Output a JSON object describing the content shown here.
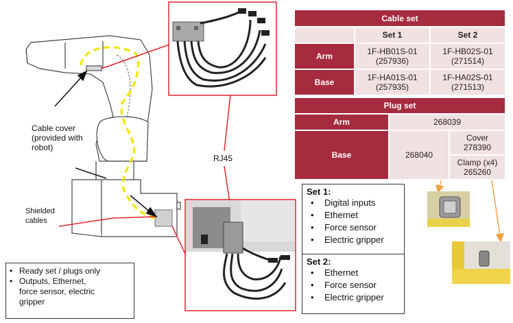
{
  "diagram": {
    "label_cable_cover": "Cable cover\n(provided with\nrobot)",
    "label_shielded": "Shielded\ncables",
    "label_rj45": "RJ45"
  },
  "ready_box": {
    "items": [
      "Ready set / plugs only",
      "Outputs, Ethernet,\nforce sensor, electric\ngripper"
    ]
  },
  "cable_set": {
    "title": "Cable set",
    "col1": "Set 1",
    "col2": "Set 2",
    "rows": [
      {
        "label": "Arm",
        "set1": "1F-HB01S-01\n(257936)",
        "set2": "1F-HB02S-01\n(271514)"
      },
      {
        "label": "Base",
        "set1": "1F-HA01S-01\n(257935)",
        "set2": "1F-HA02S-01\n(271513)"
      }
    ]
  },
  "plug_set": {
    "title": "Plug set",
    "arm_label": "Arm",
    "arm_value": "268039",
    "base_label": "Base",
    "base_value": "268040",
    "cover": "Cover\n278390",
    "clamp": "Clamp (x4)\n265260"
  },
  "set1_box": {
    "title": "Set 1:",
    "items": [
      "Digital inputs",
      "Ethernet",
      "Force sensor",
      "Electric gripper"
    ]
  },
  "set2_box": {
    "title": "Set 2:",
    "items": [
      "Ethernet",
      "Force sensor",
      "Electric gripper"
    ]
  },
  "colors": {
    "table_header": "#a62b3e",
    "table_cell": "#f2e1e1",
    "callout_red": "#e0242b",
    "route_yellow": "#f2e600",
    "arrow_orange": "#f0a040"
  }
}
